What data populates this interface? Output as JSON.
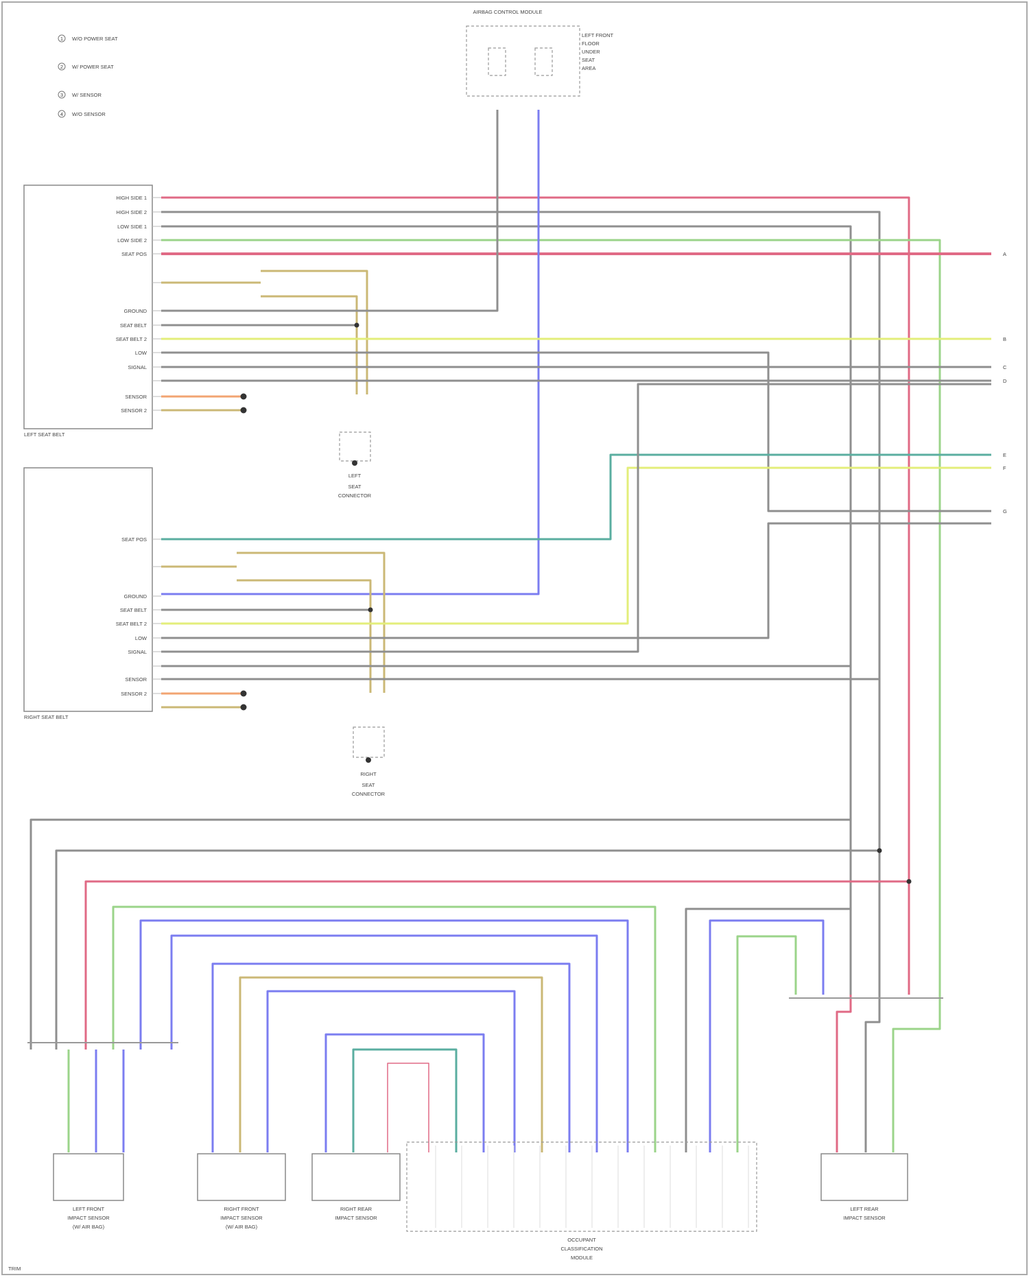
{
  "diagram": {
    "legend": [
      {
        "num": "1",
        "text": "W/O POWER SEAT"
      },
      {
        "num": "2",
        "text": "W/ POWER SEAT"
      },
      {
        "num": "3",
        "text": "W/ SENSOR"
      },
      {
        "num": "4",
        "text": "W/O SENSOR"
      }
    ],
    "components": {
      "top_module": {
        "title": "AIRBAG CONTROL MODULE",
        "desc": [
          "LEFT FRONT",
          "FLOOR",
          "UNDER",
          "SEAT",
          "AREA"
        ]
      },
      "left_seat": {
        "title": "LEFT SEAT BELT"
      },
      "right_seat": {
        "title": "RIGHT SEAT BELT"
      },
      "clock_left": {
        "title": "LEFT",
        "sub": [
          "SEAT",
          "CONNECTOR"
        ]
      },
      "clock_right": {
        "title": "RIGHT",
        "sub": [
          "SEAT",
          "CONNECTOR"
        ]
      },
      "sensor_lf": {
        "title": [
          "LEFT FRONT",
          "IMPACT SENSOR",
          "(W/ AIR BAG)"
        ]
      },
      "sensor_rf": {
        "title": [
          "RIGHT FRONT",
          "IMPACT SENSOR",
          "(W/ AIR BAG)"
        ]
      },
      "sensor_rr": {
        "title": [
          "RIGHT REAR",
          "IMPACT SENSOR"
        ]
      },
      "occupant": {
        "title": [
          "OCCUPANT",
          "CLASSIFICATION",
          "MODULE"
        ]
      },
      "sensor_lr": {
        "title": [
          "LEFT REAR",
          "IMPACT SENSOR"
        ]
      }
    },
    "left_pins": [
      "HIGH SIDE 1",
      "HIGH SIDE 2",
      "LOW SIDE 1",
      "LOW SIDE 2",
      "SEAT POS",
      "",
      "GROUND",
      "SEAT BELT",
      "SEAT BELT 2",
      "LOW",
      "SIGNAL",
      "",
      "SENSOR",
      "SENSOR 2"
    ],
    "right_pins": [
      "SEAT POS",
      "",
      "GROUND",
      "SEAT BELT",
      "SEAT BELT 2",
      "LOW",
      "SIGNAL",
      "",
      "SENSOR",
      "SENSOR 2"
    ],
    "side_labels": [
      "A",
      "B",
      "C",
      "D",
      "E",
      "F",
      "G"
    ],
    "footer": "TRIM",
    "wire_colors": {
      "red": "#e06a85",
      "green": "#9bd48a",
      "gray": "#8f8f8f",
      "yellow": "#e3ee7a",
      "teal": "#5aaea0",
      "blue": "#7b7df0",
      "tan": "#cbb876",
      "orange": "#f2a472"
    }
  }
}
